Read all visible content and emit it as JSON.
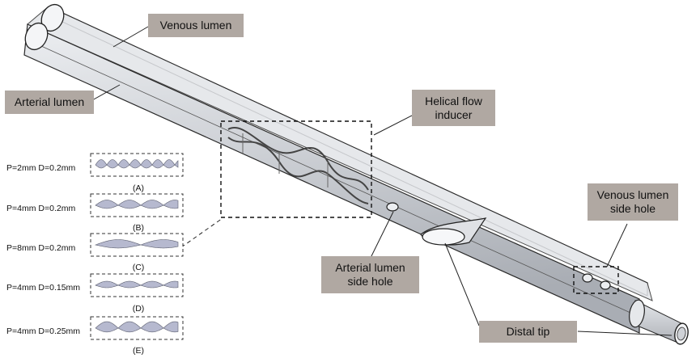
{
  "labels": {
    "venous_lumen": "Venous lumen",
    "arterial_lumen": "Arterial lumen",
    "helical_flow_inducer": "Helical flow\ninducer",
    "venous_lumen_side_hole": "Venous lumen\nside hole",
    "arterial_lumen_side_hole": "Arterial lumen\nside hole",
    "distal_tip": "Distal tip"
  },
  "variants": [
    {
      "params": "P=2mm  D=0.2mm",
      "tag": "(A)",
      "pitch_mm": 2,
      "diameter_mm": 0.2
    },
    {
      "params": "P=4mm  D=0.2mm",
      "tag": "(B)",
      "pitch_mm": 4,
      "diameter_mm": 0.2
    },
    {
      "params": "P=8mm  D=0.2mm",
      "tag": "(C)",
      "pitch_mm": 8,
      "diameter_mm": 0.2
    },
    {
      "params": "P=4mm  D=0.15mm",
      "tag": "(D)",
      "pitch_mm": 4,
      "diameter_mm": 0.15
    },
    {
      "params": "P=4mm  D=0.25mm",
      "tag": "(E)",
      "pitch_mm": 4,
      "diameter_mm": 0.25
    }
  ],
  "colors": {
    "callout_bg": "#b0a8a2",
    "tube_fill": "#d6d8dc",
    "tube_edge": "#2a2a2a",
    "helix": "#b8bcc6"
  }
}
